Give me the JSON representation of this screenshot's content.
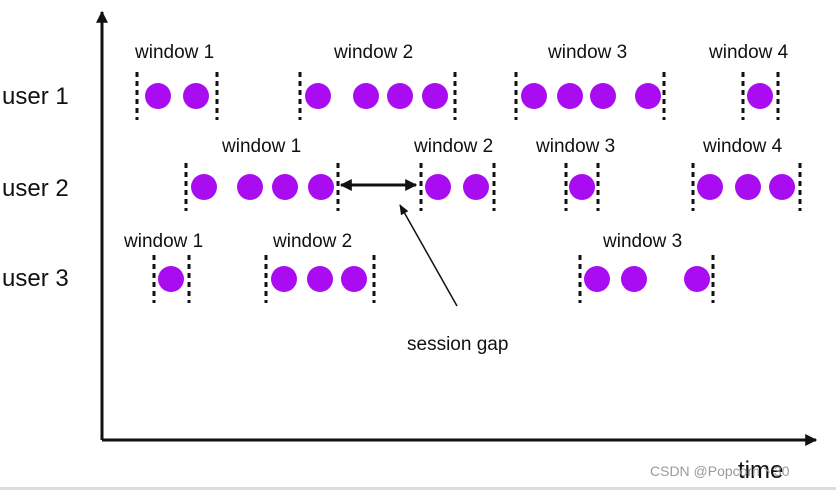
{
  "colors": {
    "dot": "#a90cf0",
    "ink": "#111111",
    "watermark": "#9a9a9a"
  },
  "axis": {
    "x_label": "time"
  },
  "annotation": {
    "label": "session gap"
  },
  "watermark": "CSDN @Popcorn丶30",
  "users": [
    {
      "label": "user 1",
      "windows": [
        {
          "label": "window 1",
          "events": 2
        },
        {
          "label": "window 2",
          "events": 4
        },
        {
          "label": "window 3",
          "events": 4
        },
        {
          "label": "window 4",
          "events": 1
        }
      ]
    },
    {
      "label": "user 2",
      "windows": [
        {
          "label": "window 1",
          "events": 4
        },
        {
          "label": "window 2",
          "events": 2
        },
        {
          "label": "window 3",
          "events": 1
        },
        {
          "label": "window 4",
          "events": 3
        }
      ]
    },
    {
      "label": "user 3",
      "windows": [
        {
          "label": "window 1",
          "events": 1
        },
        {
          "label": "window 2",
          "events": 3
        },
        {
          "label": "window 3",
          "events": 3
        }
      ]
    }
  ]
}
